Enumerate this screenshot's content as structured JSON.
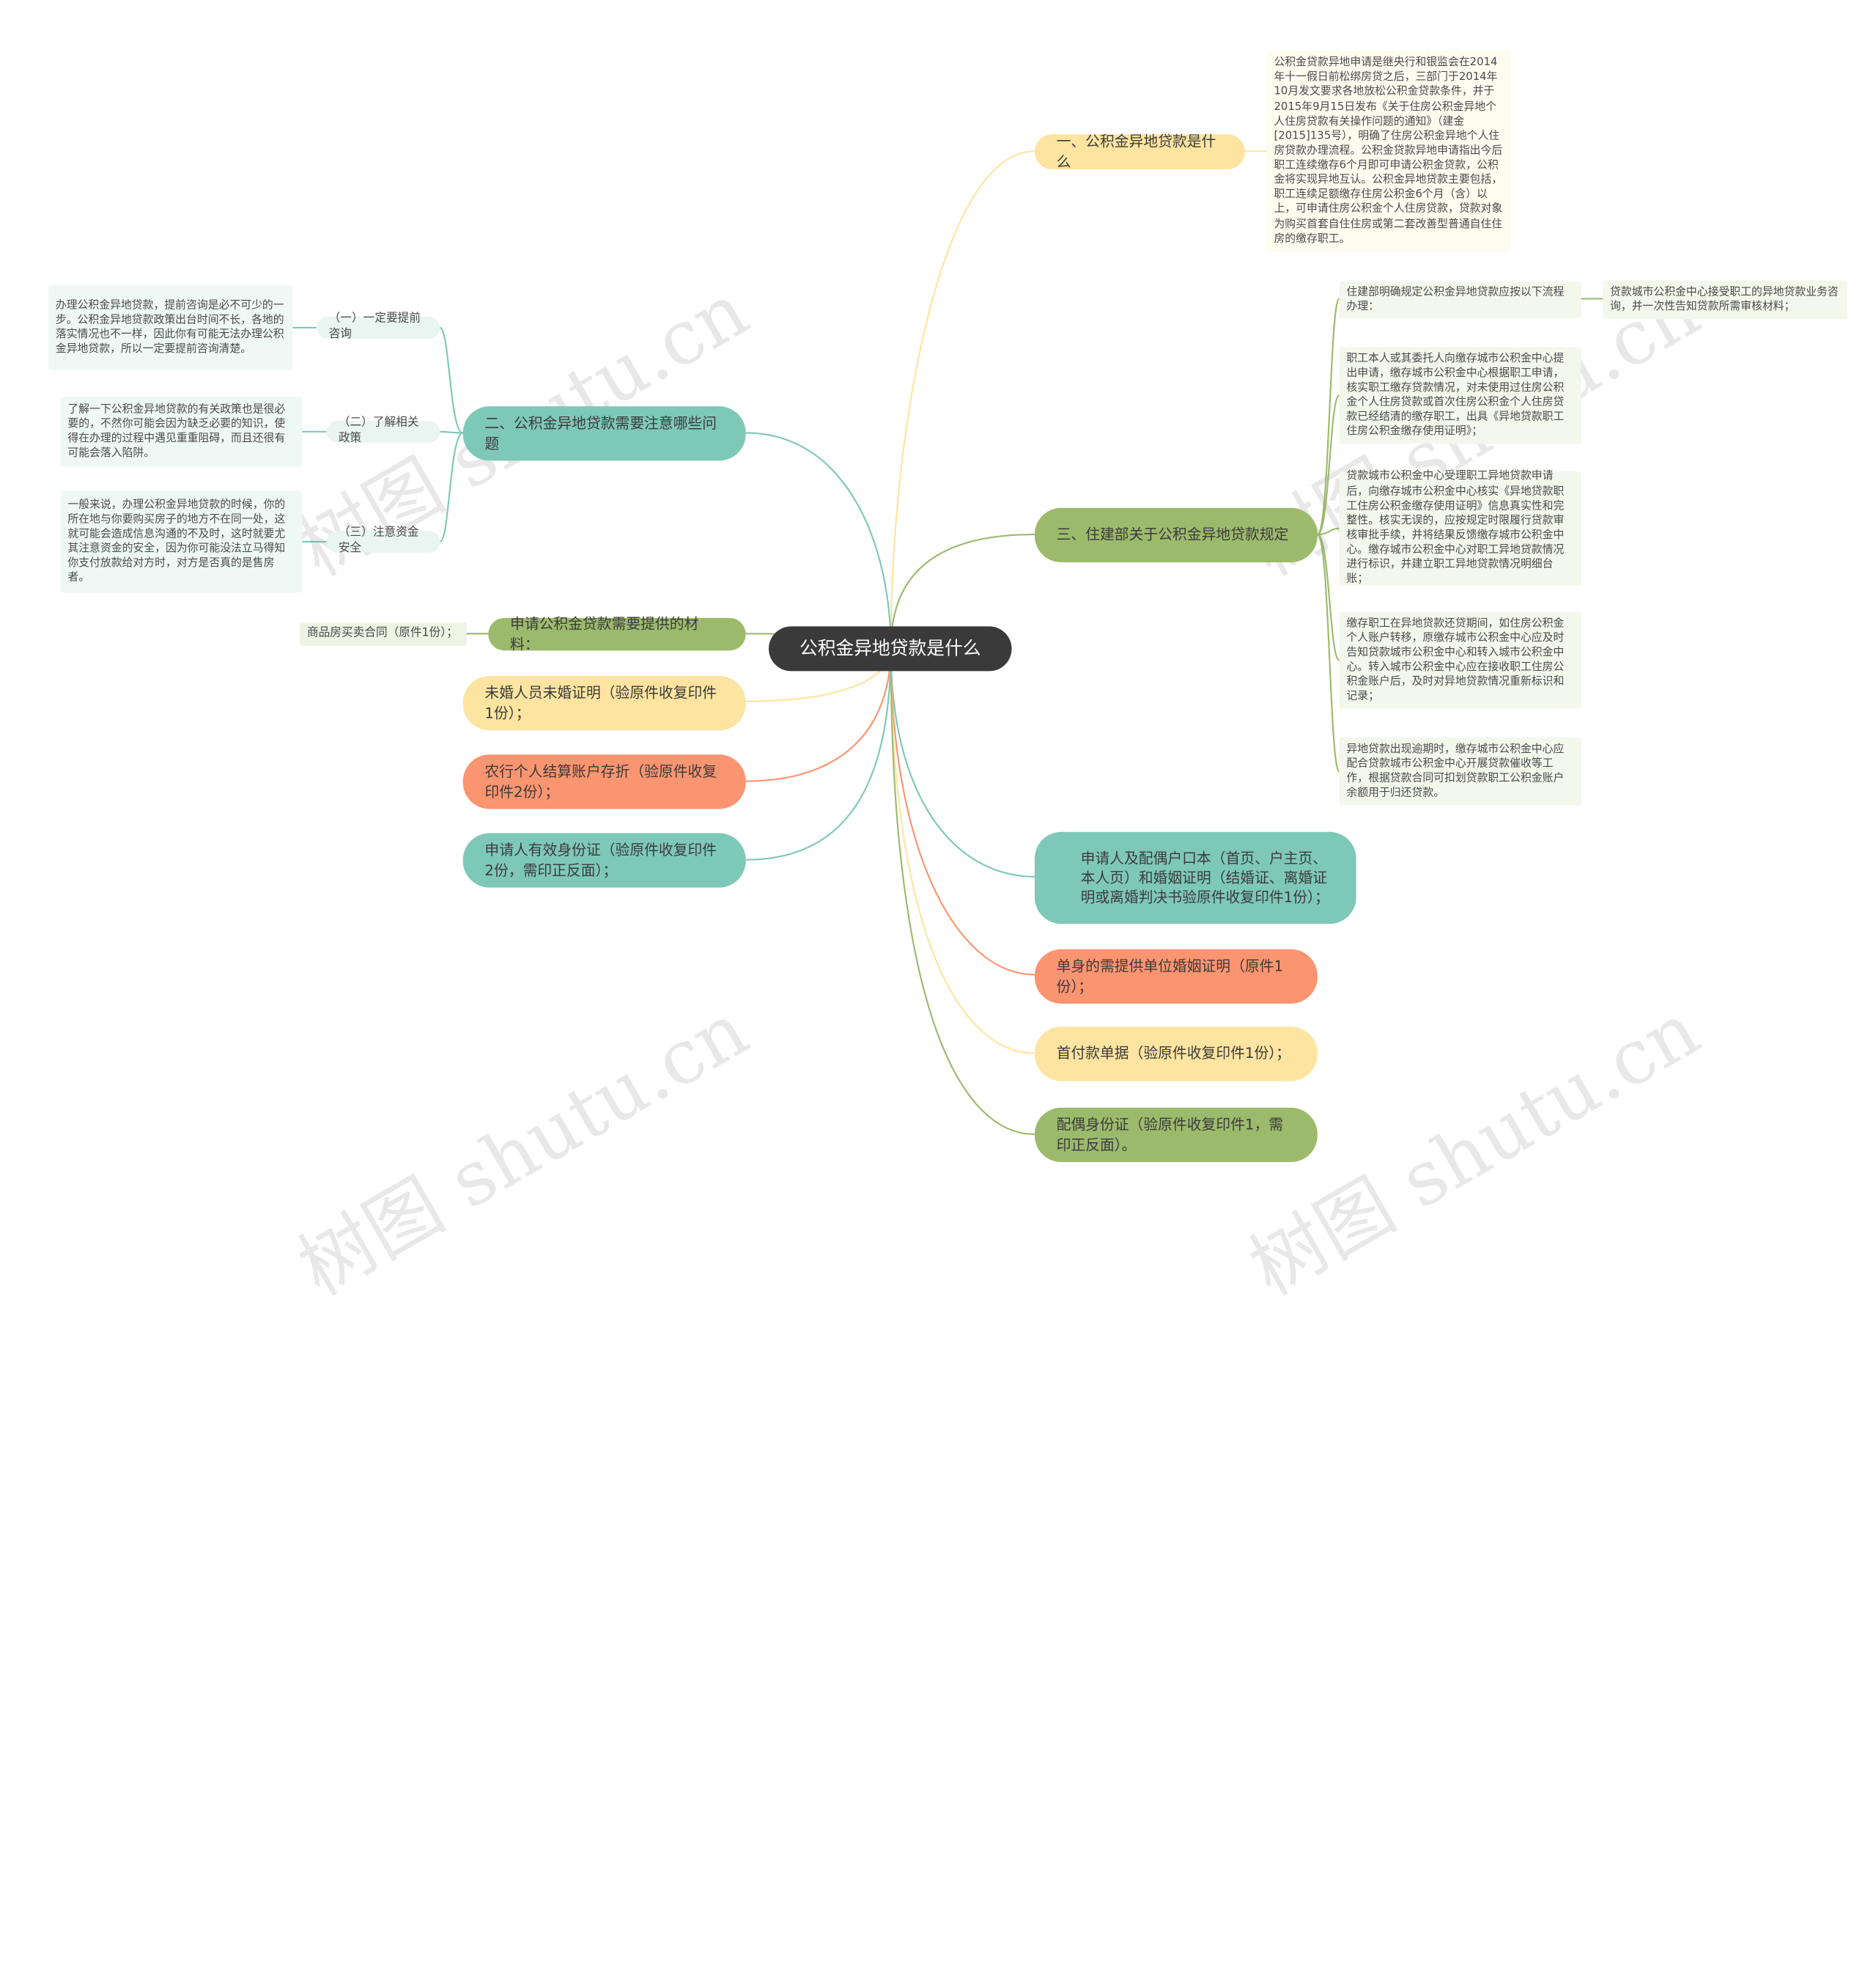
{
  "watermark": "树图 shutu.cn",
  "root": "公积金异地贷款是什么",
  "left": {
    "b2": {
      "label": "二、公积金异地贷款需要注意哪些问题",
      "children": [
        {
          "tag": "（一）一定要提前咨询",
          "note": "办理公积金异地贷款，提前咨询是必不可少的一步。公积金异地贷款政策出台时间不长，各地的落实情况也不一样，因此你有可能无法办理公积金异地贷款，所以一定要提前咨询清楚。"
        },
        {
          "tag": "（二）了解相关政策",
          "note": "了解一下公积金异地贷款的有关政策也是很必要的，不然你可能会因为缺乏必要的知识，使得在办理的过程中遇见重重阻碍，而且还很有可能会落入陷阱。"
        },
        {
          "tag": "（三）注意资金安全",
          "note": "一般来说，办理公积金异地贷款的时候，你的所在地与你要购买房子的地方不在同一处，这就可能会造成信息沟通的不及时，这时就要尤其注意资金的安全，因为你可能没法立马得知你支付放款给对方时，对方是否真的是售房者。"
        }
      ]
    },
    "materials": {
      "label": "申请公积金贷款需要提供的材料：",
      "child": "商品房买卖合同（原件1份）；"
    },
    "unmarried": "未婚人员未婚证明（验原件收复印件1份）；",
    "bankbook": "农行个人结算账户存折（验原件收复印件2份）；",
    "idcard": "申请人有效身份证（验原件收复印件2份，需印正反面）；"
  },
  "right": {
    "b1": {
      "label": "一、公积金异地贷款是什么",
      "note": "公积金贷款异地申请是继央行和银监会在2014年十一假日前松绑房贷之后，三部门于2014年10月发文要求各地放松公积金贷款条件，并于2015年9月15日发布《关于住房公积金异地个人住房贷款有关操作问题的通知》（建金[2015]135号），明确了住房公积金异地个人住房贷款办理流程。公积金贷款异地申请指出今后职工连续缴存6个月即可申请公积金贷款，公积金将实现异地互认。公积金异地贷款主要包括，职工连续足额缴存住房公积金6个月（含）以上，可申请住房公积金个人住房贷款，贷款对象为购买首套自住住房或第二套改善型普通自住住房的缴存职工。"
    },
    "b3": {
      "label": "三、住建部关于公积金异地贷款规定",
      "steps": [
        "住建部明确规定公积金异地贷款应按以下流程办理：",
        "职工本人或其委托人向缴存城市公积金中心提出申请，缴存城市公积金中心根据职工申请，核实职工缴存贷款情况，对未使用过住房公积金个人住房贷款或首次住房公积金个人住房贷款已经结清的缴存职工，出具《异地贷款职工住房公积金缴存使用证明》；",
        "贷款城市公积金中心受理职工异地贷款申请后，向缴存城市公积金中心核实《异地贷款职工住房公积金缴存使用证明》信息真实性和完整性。核实无误的，应按规定时限履行贷款审核审批手续，并将结果反馈缴存城市公积金中心。缴存城市公积金中心对职工异地贷款情况进行标识，并建立职工异地贷款情况明细台账；",
        "缴存职工在异地贷款还贷期间，如住房公积金个人账户转移，原缴存城市公积金中心应及时告知贷款城市公积金中心和转入城市公积金中心。转入城市公积金中心应在接收职工住房公积金账户后，及时对异地贷款情况重新标识和记录；",
        "异地贷款出现逾期时，缴存城市公积金中心应配合贷款城市公积金中心开展贷款催收等工作，根据贷款合同可扣划贷款职工公积金账户余额用于归还贷款。"
      ],
      "sub": "贷款城市公积金中心接受职工的异地贷款业务咨询，并一次性告知贷款所需审核材料；"
    },
    "household": "申请人及配偶户口本（首页、户主页、本人页）和婚姻证明（结婚证、离婚证明或离婚判决书验原件收复印件1份）；",
    "single": "单身的需提供单位婚姻证明（原件1份）；",
    "downpayment": "首付款单据（验原件收复印件1份）；",
    "spouseid": "配偶身份证（验原件收复印件1，需印正反面）。"
  }
}
